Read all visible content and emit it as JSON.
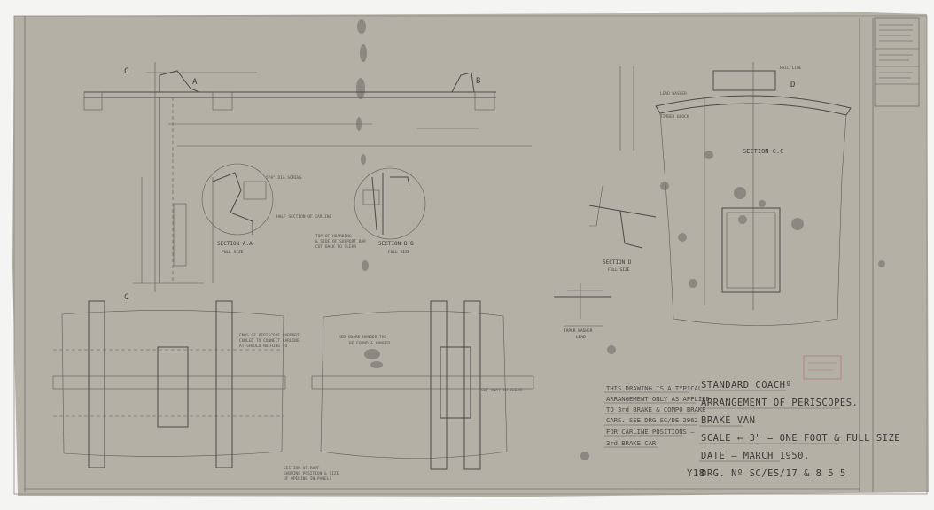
{
  "drawing": {
    "title_block": {
      "line1": "STANDARD COACHº",
      "line2": "ARRANGEMENT OF PERISCOPES.",
      "line3": "BRAKE VAN",
      "scale": "SCALE ← 3\" = ONE FOOT & FULL SIZE",
      "date": "DATE — MARCH 1950.",
      "prefix": "Y18",
      "drawing_number": "DRG. Nº SC/ES/17 & 8 5 5"
    },
    "note": {
      "lines": [
        "THIS DRAWING IS A TYPICAL",
        "ARRANGEMENT ONLY AS APPLIED",
        "TO 3rd BRAKE & COMPO BRAKE",
        "CARS. SEE DRG SC/DE 2962",
        "FOR CARLINE POSITIONS —",
        "3rd BRAKE CAR."
      ]
    },
    "views": {
      "section_aa": {
        "label": "SECTION A.A",
        "scale": "FULL SIZE"
      },
      "section_bb": {
        "label": "SECTION B.B",
        "scale": "FULL SIZE"
      },
      "section_cc": {
        "label": "SECTION C.C"
      },
      "section_d": {
        "label": "SECTION D",
        "scale": "FULL SIZE"
      },
      "taper_washer": {
        "label": "TAPER WASHER",
        "material": "LEAD"
      },
      "markers": [
        "A",
        "B",
        "C",
        "D"
      ]
    },
    "colors": {
      "paper": "#b3b0a6",
      "ink": "#4a4a48",
      "background": "#f4f4f2"
    }
  }
}
